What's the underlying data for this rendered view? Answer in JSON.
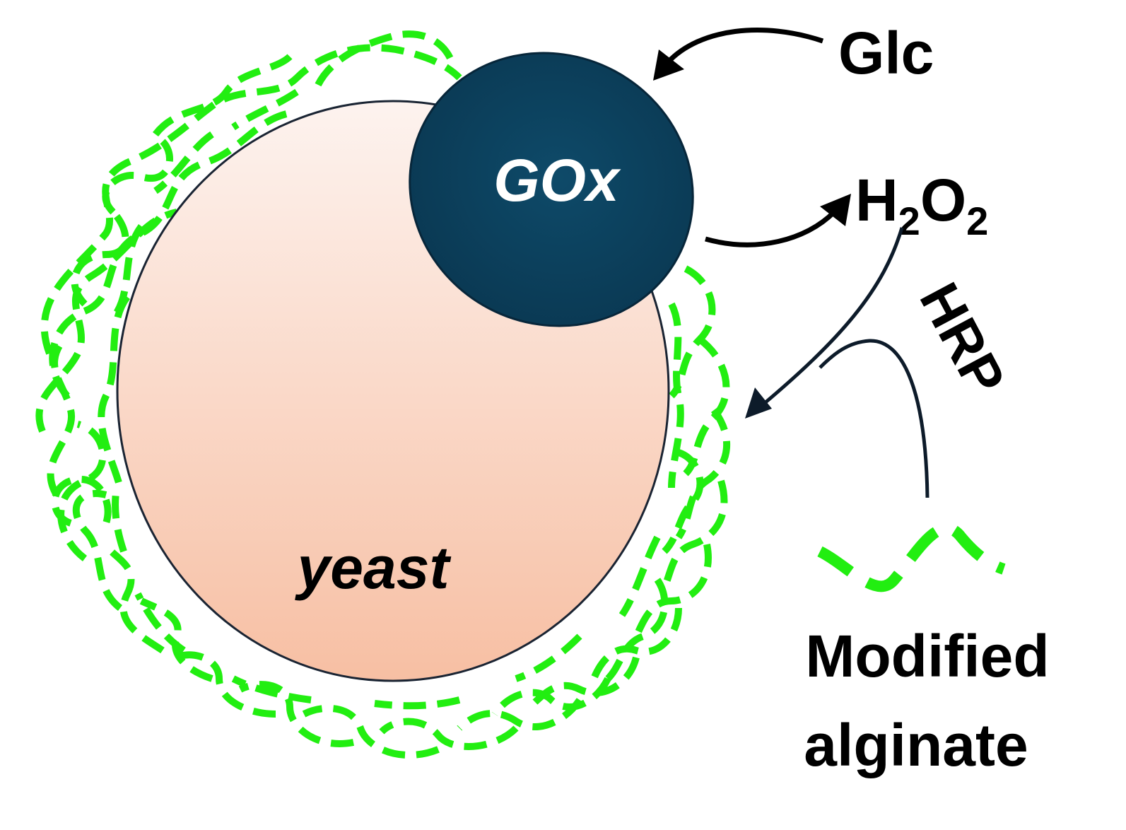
{
  "labels": {
    "gox": "GOx",
    "yeast": "yeast",
    "glc": "Glc",
    "h2o2_h": "H",
    "h2o2_sub1": "2",
    "h2o2_o": "O",
    "h2o2_sub2": "2",
    "hrp": "HRP",
    "modified_line1": "Modified",
    "modified_line2": "alginate"
  },
  "colors": {
    "alginate_green": "#22ee11",
    "gox_dark": "#0b3c57",
    "yeast_light": "#fbeae3",
    "yeast_dark": "#f7bfa3",
    "arrow_black": "#000000",
    "arrow_navy": "#0d1b2a"
  }
}
